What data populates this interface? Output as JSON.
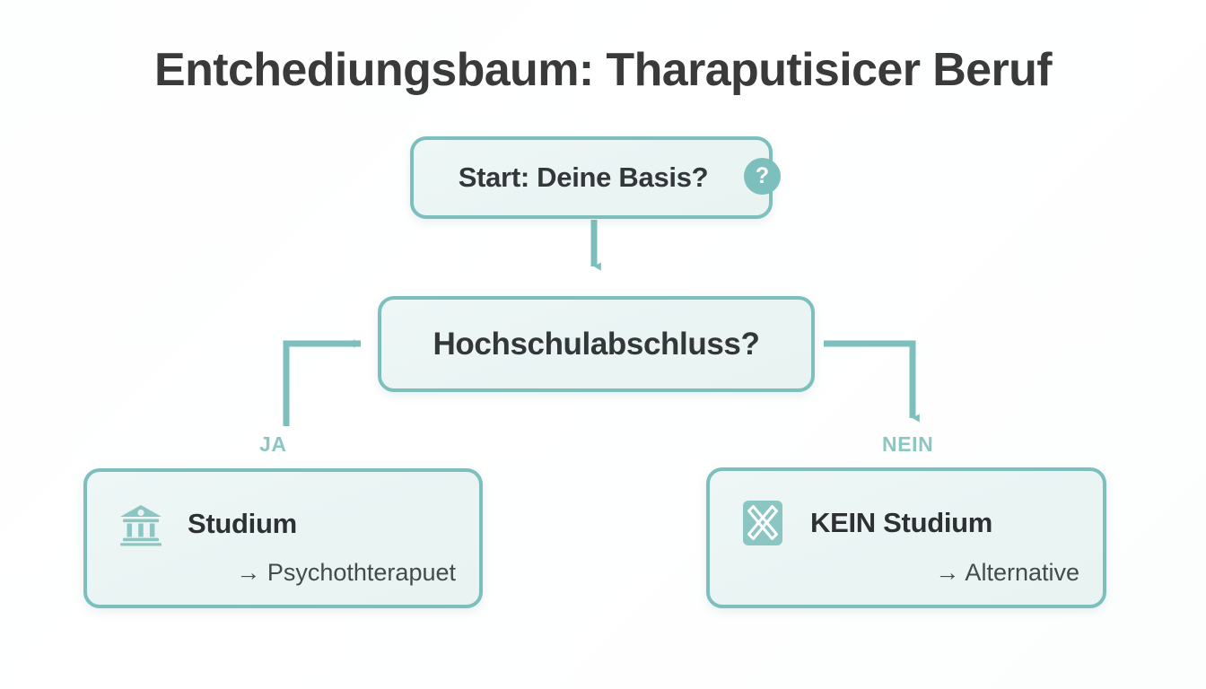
{
  "page": {
    "title": "Entchediungsbaum: Tharaputisicer Beruf",
    "background_color": "#fdfefe",
    "accent_color": "#7cbfbd",
    "node_fill_color": "#eef7f6",
    "text_color": "#33373a",
    "branch_label_color": "#8cc6c2"
  },
  "nodes": {
    "start": {
      "label": "Start: Deine Basis?",
      "badge": "?",
      "badge_icon": "question-mark-badge"
    },
    "decision": {
      "label": "Hochschulabschluss?"
    },
    "outcome_yes": {
      "icon": "bank-building-icon",
      "title": "Studium",
      "subtitle": "→ Psychothterapuet"
    },
    "outcome_no": {
      "icon": "x-cross-icon",
      "title": "KEIN Studium",
      "subtitle": "→ Alternative"
    }
  },
  "branches": {
    "yes_label": "JA",
    "no_label": "NEIN"
  }
}
